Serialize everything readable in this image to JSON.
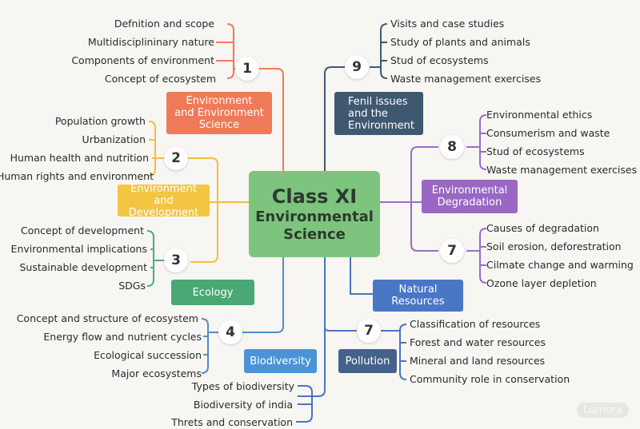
{
  "center": {
    "line1": "Class XI",
    "line2": "Environmental",
    "line3": "Science"
  },
  "units": [
    {
      "number": "1",
      "color": "#ef7a5a",
      "label_lines": [
        "Environment",
        "and Environment",
        "Science"
      ],
      "items": [
        "Defnition and scope",
        "Multidisciplininary nature",
        "Components of environment",
        "Concept of ecosystem"
      ]
    },
    {
      "number": "2",
      "color": "#f2bf3e",
      "label_lines": [
        "Environment",
        "and Development"
      ],
      "items": [
        "Population growth",
        "Urbanization",
        "Human health and nutrition",
        "Human rights and environment"
      ]
    },
    {
      "number": "3",
      "color": "#4caf73",
      "label_lines": [
        "Ecology"
      ],
      "items": [
        "Concept of development",
        "Environmental implications",
        "Sustainable development",
        "SDGs"
      ]
    },
    {
      "number": "4",
      "color": "#4d8fcb",
      "label_lines": [
        "Biodiversity"
      ],
      "items": [
        "Concept and structure of ecosystem",
        "Energy flow and nutrient cycles",
        "Ecological succession",
        "Major ecosystems",
        "Types of biodiversity",
        "Biodiversity of india",
        "Threts and conservation"
      ]
    },
    {
      "number": "9",
      "color": "#3f5a74",
      "label_lines": [
        "Fenil issues",
        "and the",
        "Environment"
      ],
      "items": [
        "Visits and case studies",
        "Study of plants and animals",
        "Stud of ecosystems",
        "Waste management exercises"
      ]
    },
    {
      "number": "8",
      "color": "#9b6bc6",
      "label_lines": [
        "Environmental",
        "Degradation"
      ],
      "items": [
        "Environmental ethics",
        "Consumerism and waste",
        "Stud of ecosystems",
        "Waste management exercises"
      ]
    },
    {
      "number": "7",
      "color": "#9b6bc6",
      "label_lines": [
        "Natural",
        "Resources"
      ],
      "items": [
        "Causes of degradation",
        "Soil erosion, deforestration",
        "Cilmate change and warming",
        "Ozone layer depletion"
      ]
    },
    {
      "number": "7",
      "color": "#4a74c0",
      "label_lines": [
        "Pollution"
      ],
      "items": [
        "Classification of resources",
        "Forest and water resources",
        "Mineral and land resources",
        "Community role in conservation"
      ]
    }
  ],
  "colors": {
    "u1": "#ef7a5a",
    "u2": "#f2bf3e",
    "u3": "#4caf73",
    "u4": "#4d8fcb",
    "u9": "#3f5a74",
    "u8": "#9b6bc6",
    "u7a": "#9b6bc6",
    "u7b": "#4a74c0",
    "box_u1": "#ef7a5a",
    "box_u2": "#f4c543",
    "box_u3": "#4aa874",
    "box_u4": "#4b93d6",
    "box_u9": "#3e5870",
    "box_u8": "#9a68c4",
    "box_nat": "#4a76c6",
    "box_pol": "#45628a",
    "center": "#7dc47f"
  },
  "watermark": "Lumora"
}
